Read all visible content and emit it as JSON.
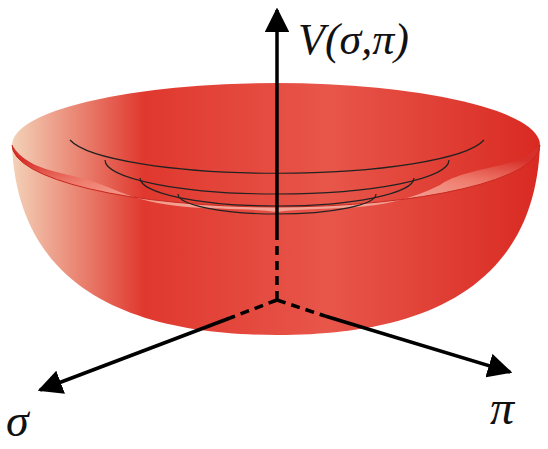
{
  "diagram": {
    "labels": [
      "V(σ,π)",
      "σ",
      "π"
    ]
  }
}
